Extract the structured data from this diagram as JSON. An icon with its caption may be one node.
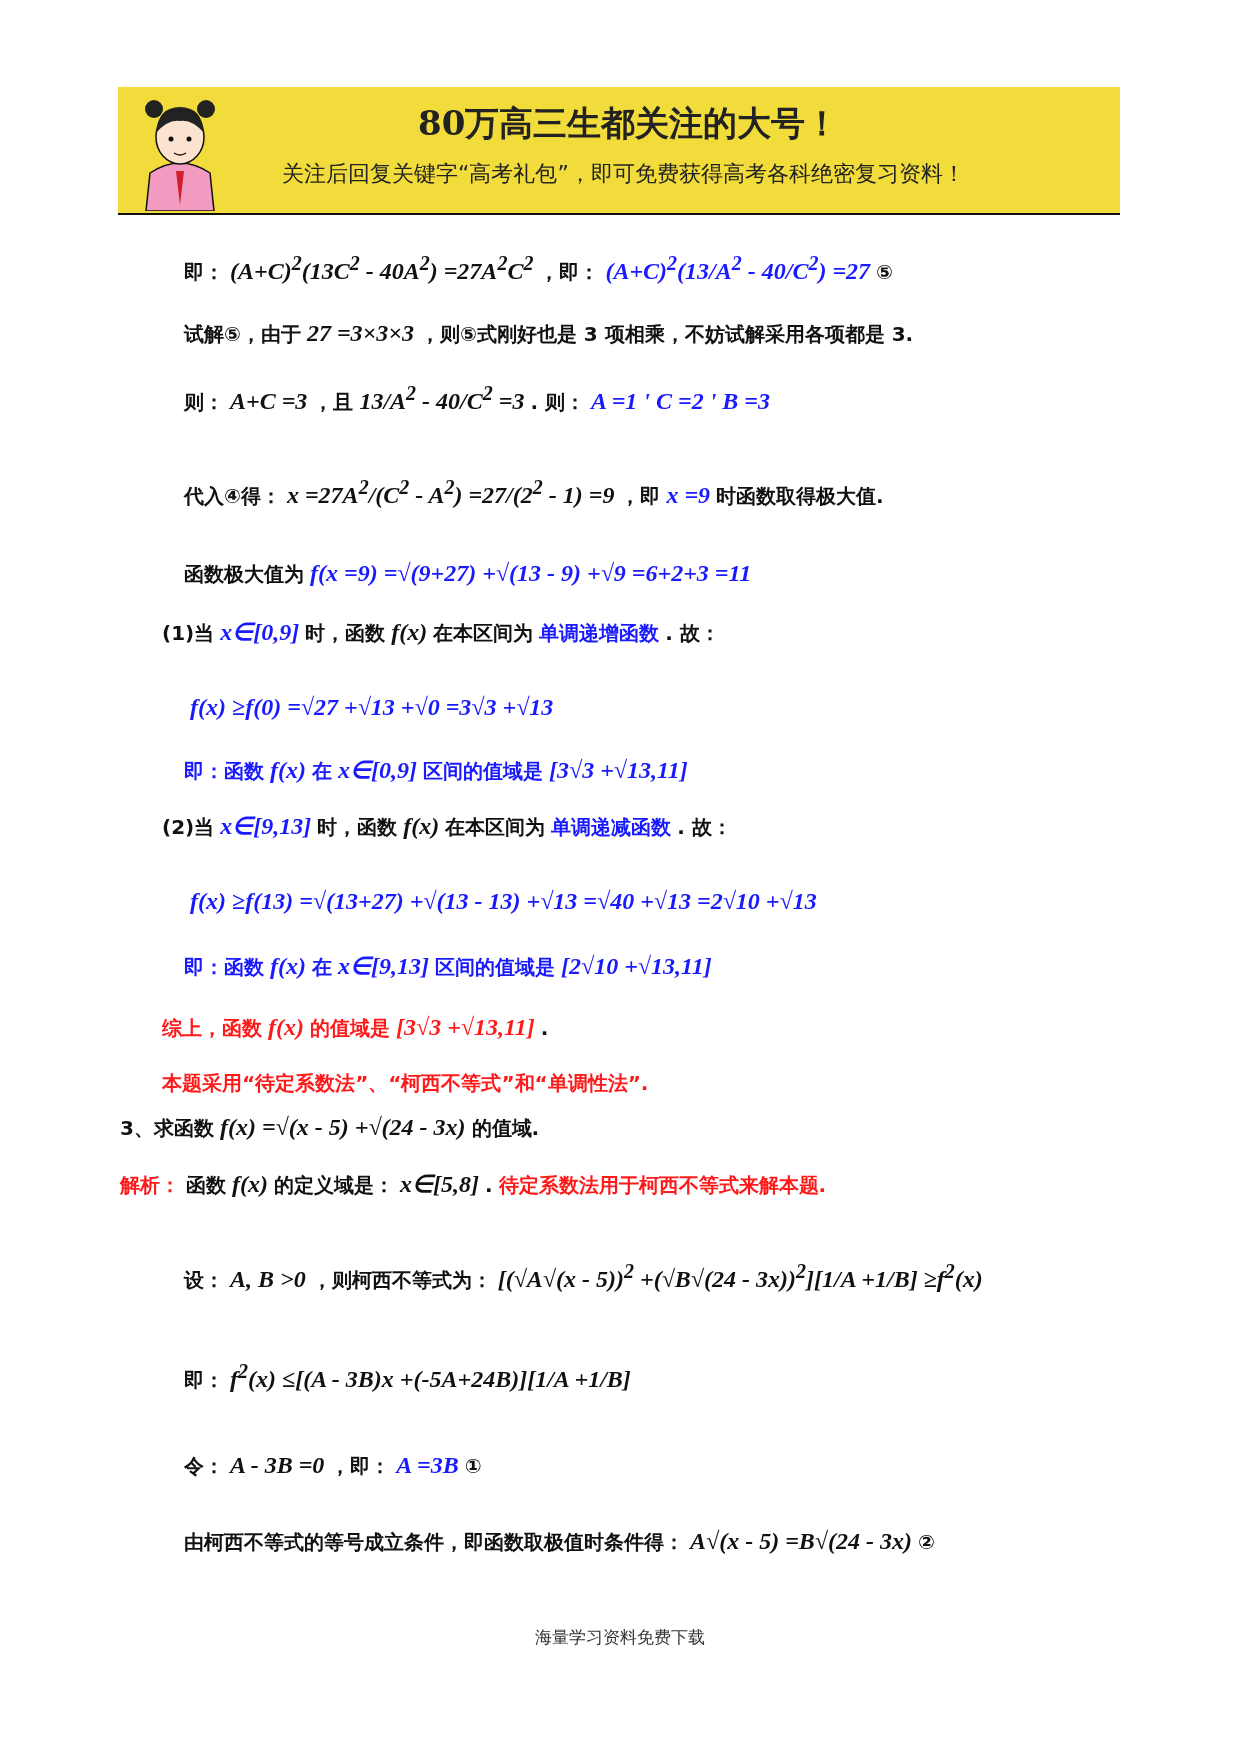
{
  "diagram": {
    "labels": [
      "80万高三生都关注的大号！",
      "关注后回复关键字“高考礼包”，即可免费获得高考各科绝密复习资料！",
      "即：",
      "(A+C)$^{2}$(13C$^{2}$ - 40A$^{2}$) =27A$^{2}$C$^{2}$",
      "，即：",
      "(A+C)$^{2}$(13/A$^{2}$ - 40/C$^{2}$) =27",
      "⑤",
      "试解⑤，由于",
      "27 =3×3×3",
      "，则⑤式刚好也是 3 项相乘，不妨试解采用各项都是 3.",
      "则：",
      "A+C =3",
      "，且",
      "13/A$^{2}$ - 40/C$^{2}$ =3",
      ". 则：",
      "A =1 ' C =2 ' B =3",
      "代入④得：",
      "x =27A$^{2}$/(C$^{2}$ - A$^{2}$) =27/(2$^{2}$ - 1) =9",
      "，即",
      "x =9",
      "时函数取得极大值.",
      "函数极大值为",
      "f(x =9) =√(9+27) +√(13 - 9) +√9 =6+2+3 =11",
      "(1)当",
      "x∈[0,9]",
      "时，函数",
      "f(x)",
      "在本区间为",
      "单调递增函数",
      ". 故：",
      "f(x) ≥f(0) =√27 +√13 +√0 =3√3 +√13",
      "即：函数",
      "f(x)",
      "在",
      "x∈[0,9]",
      "区间的值域是",
      "[3√3 +√13,11]",
      "(2)当",
      "x∈[9,13]",
      "时，函数",
      "f(x)",
      "在本区间为",
      "单调递减函数",
      ". 故：",
      "f(x) ≥f(13) =√(13+27) +√(13 - 13) +√13 =√40 +√13 =2√10 +√13",
      "即：函数",
      "f(x)",
      "在",
      "x∈[9,13]",
      "区间的值域是",
      "[2√10 +√13,11]",
      "综上，函数",
      "f(x)",
      "的值域是",
      "[3√3 +√13,11]",
      ".",
      "本题采用“待定系数法”、“柯西不等式”和“单调性法”.",
      "3、求函数",
      "f(x) =√(x - 5) +√(24 - 3x)",
      "的值域.",
      "解析：",
      "函数",
      "f(x)",
      "的定义域是：",
      "x∈[5,8]",
      ".",
      "待定系数法用于柯西不等式来解本题.",
      "设：",
      "A, B >0",
      "，则柯西不等式为：",
      "[(√A√(x - 5))$^{2}$ +(√B√(24 - 3x))$^{2}$][1/A +1/B] ≥f$^{2}$(x)",
      "即：",
      "f$^{2}$(x) ≤[(A - 3B)x +(-5A+24B)][1/A +1/B]",
      "令：",
      "A - 3B =0",
      "，即：",
      "A =3B",
      "①",
      "由柯西不等式的等号成立条件，即函数取极值时条件得：",
      "A√(x - 5) =B√(24 - 3x)",
      "②",
      "海量学习资料免费下载"
    ]
  }
}
